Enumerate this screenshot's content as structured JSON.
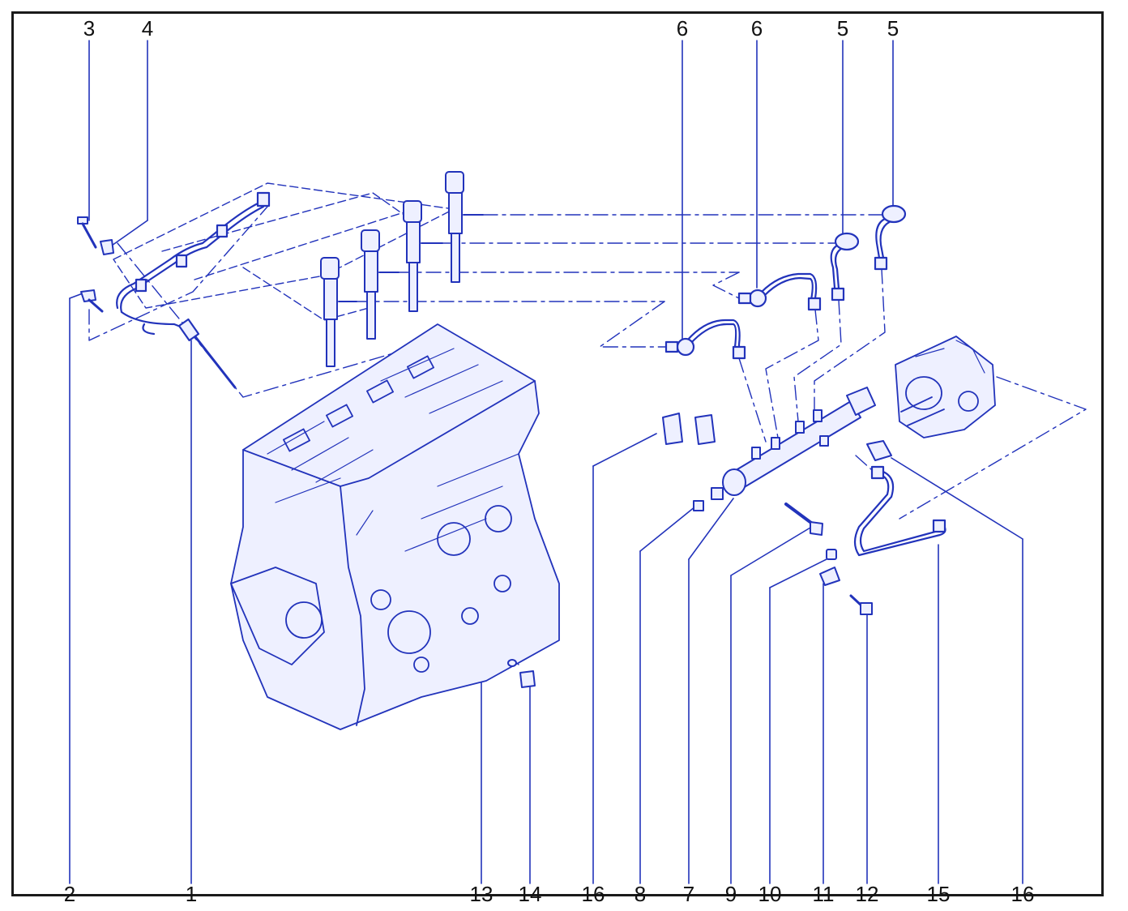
{
  "diagram": {
    "colors": {
      "line": "#2233bb",
      "fill": "#eef0ff",
      "frame": "#1a1a1a",
      "label": "#111111"
    },
    "callouts_top": [
      "3",
      "4",
      "6",
      "6",
      "5",
      "5"
    ],
    "callouts_bottom": [
      "2",
      "1",
      "13",
      "14",
      "16",
      "8",
      "7",
      "9",
      "10",
      "11",
      "12",
      "15",
      "16"
    ]
  }
}
